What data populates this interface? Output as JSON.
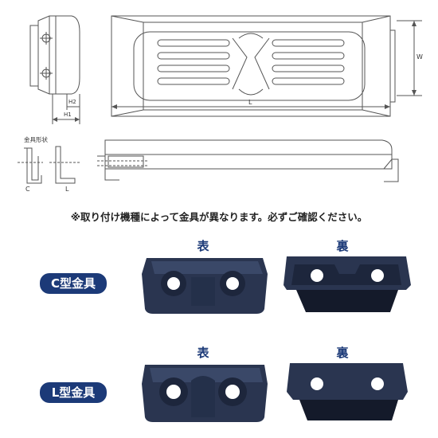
{
  "drawing": {
    "dim_width": "W",
    "dim_length": "L",
    "dim_h1": "H1",
    "dim_h2": "H2",
    "fitting_shape_label": "金具形状",
    "type_c": "C",
    "type_l": "L"
  },
  "notice": "※取り付け機種によって金具が異なります。必ずご確認ください。",
  "photos": {
    "front_label": "表",
    "back_label": "裏",
    "c_type_badge": "C型金具",
    "l_type_badge": "L型金具"
  },
  "colors": {
    "badge": "#1c3a78",
    "metal": "#2a3550"
  }
}
